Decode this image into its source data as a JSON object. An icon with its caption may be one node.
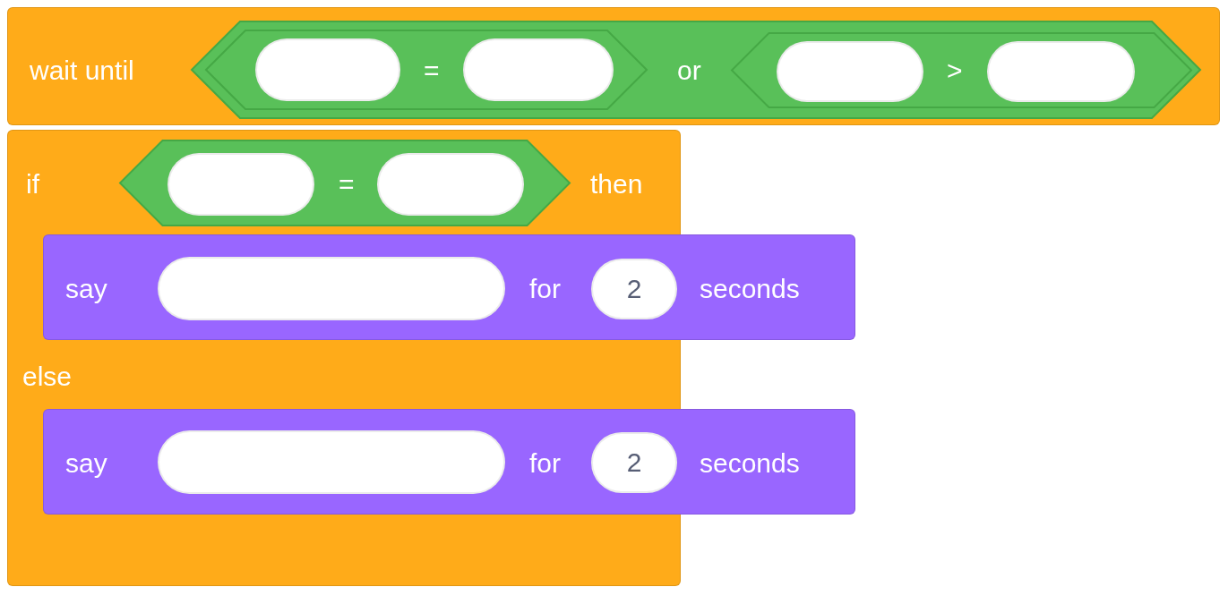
{
  "diagram": {
    "nodes": [
      {
        "text": [
          "wait until"
        ]
      },
      {
        "text": [
          "or"
        ],
        "in": 0
      },
      {
        "text": [
          "="
        ],
        "in": 1
      },
      {
        "text": [],
        "shape": "oval",
        "in": 2
      },
      {
        "text": [],
        "shape": "oval",
        "in": 2
      },
      {
        "text": [
          ">"
        ],
        "in": 1
      },
      {
        "text": [],
        "shape": "oval",
        "in": 5
      },
      {
        "text": [],
        "shape": "oval",
        "in": 5
      },
      {
        "text": [
          "if",
          "then",
          "else"
        ]
      },
      {
        "text": [
          "="
        ],
        "in": 8
      },
      {
        "text": [],
        "shape": "oval",
        "in": 9
      },
      {
        "text": [],
        "shape": "oval",
        "in": 9
      },
      {
        "text": [
          "say",
          "for",
          "seconds"
        ]
      },
      {
        "text": [],
        "shape": "oval"
      },
      {
        "text": [
          "2"
        ]
      },
      {
        "text": [
          "say",
          "for",
          "seconds"
        ]
      },
      {
        "text": [],
        "shape": "oval"
      },
      {
        "text": [
          "2"
        ]
      }
    ]
  }
}
